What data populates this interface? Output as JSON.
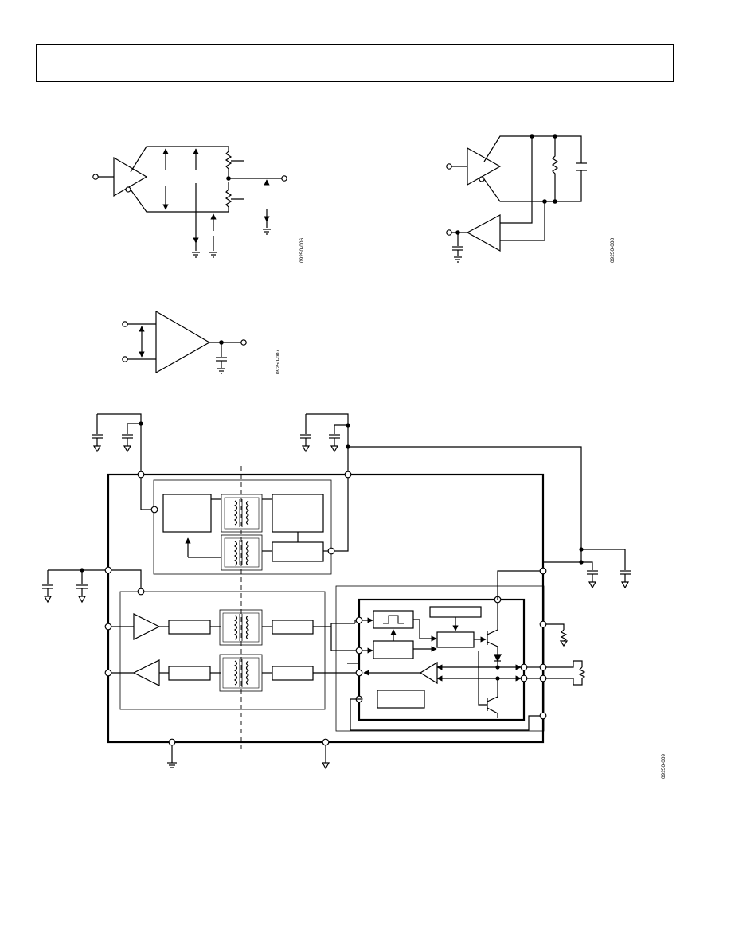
{
  "page": {
    "header_text": ""
  },
  "figures": [
    {
      "id": "09250-006"
    },
    {
      "id": "09250-007"
    },
    {
      "id": "09250-008"
    },
    {
      "id": "09250-009"
    }
  ]
}
